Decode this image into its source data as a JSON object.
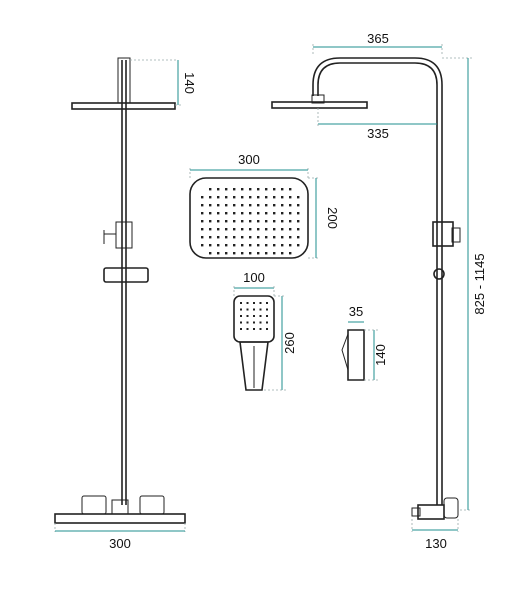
{
  "dimensions": {
    "rail_left_height": "140",
    "base_left_width": "300",
    "overhead_arm_width": "365",
    "head_offset": "335",
    "total_height": "825 - 1145",
    "base_right_width": "130",
    "head_plate_width": "300",
    "head_plate_height": "200",
    "hand_shower_width": "100",
    "hand_shower_height": "260",
    "holder_width": "35",
    "holder_height": "140"
  }
}
